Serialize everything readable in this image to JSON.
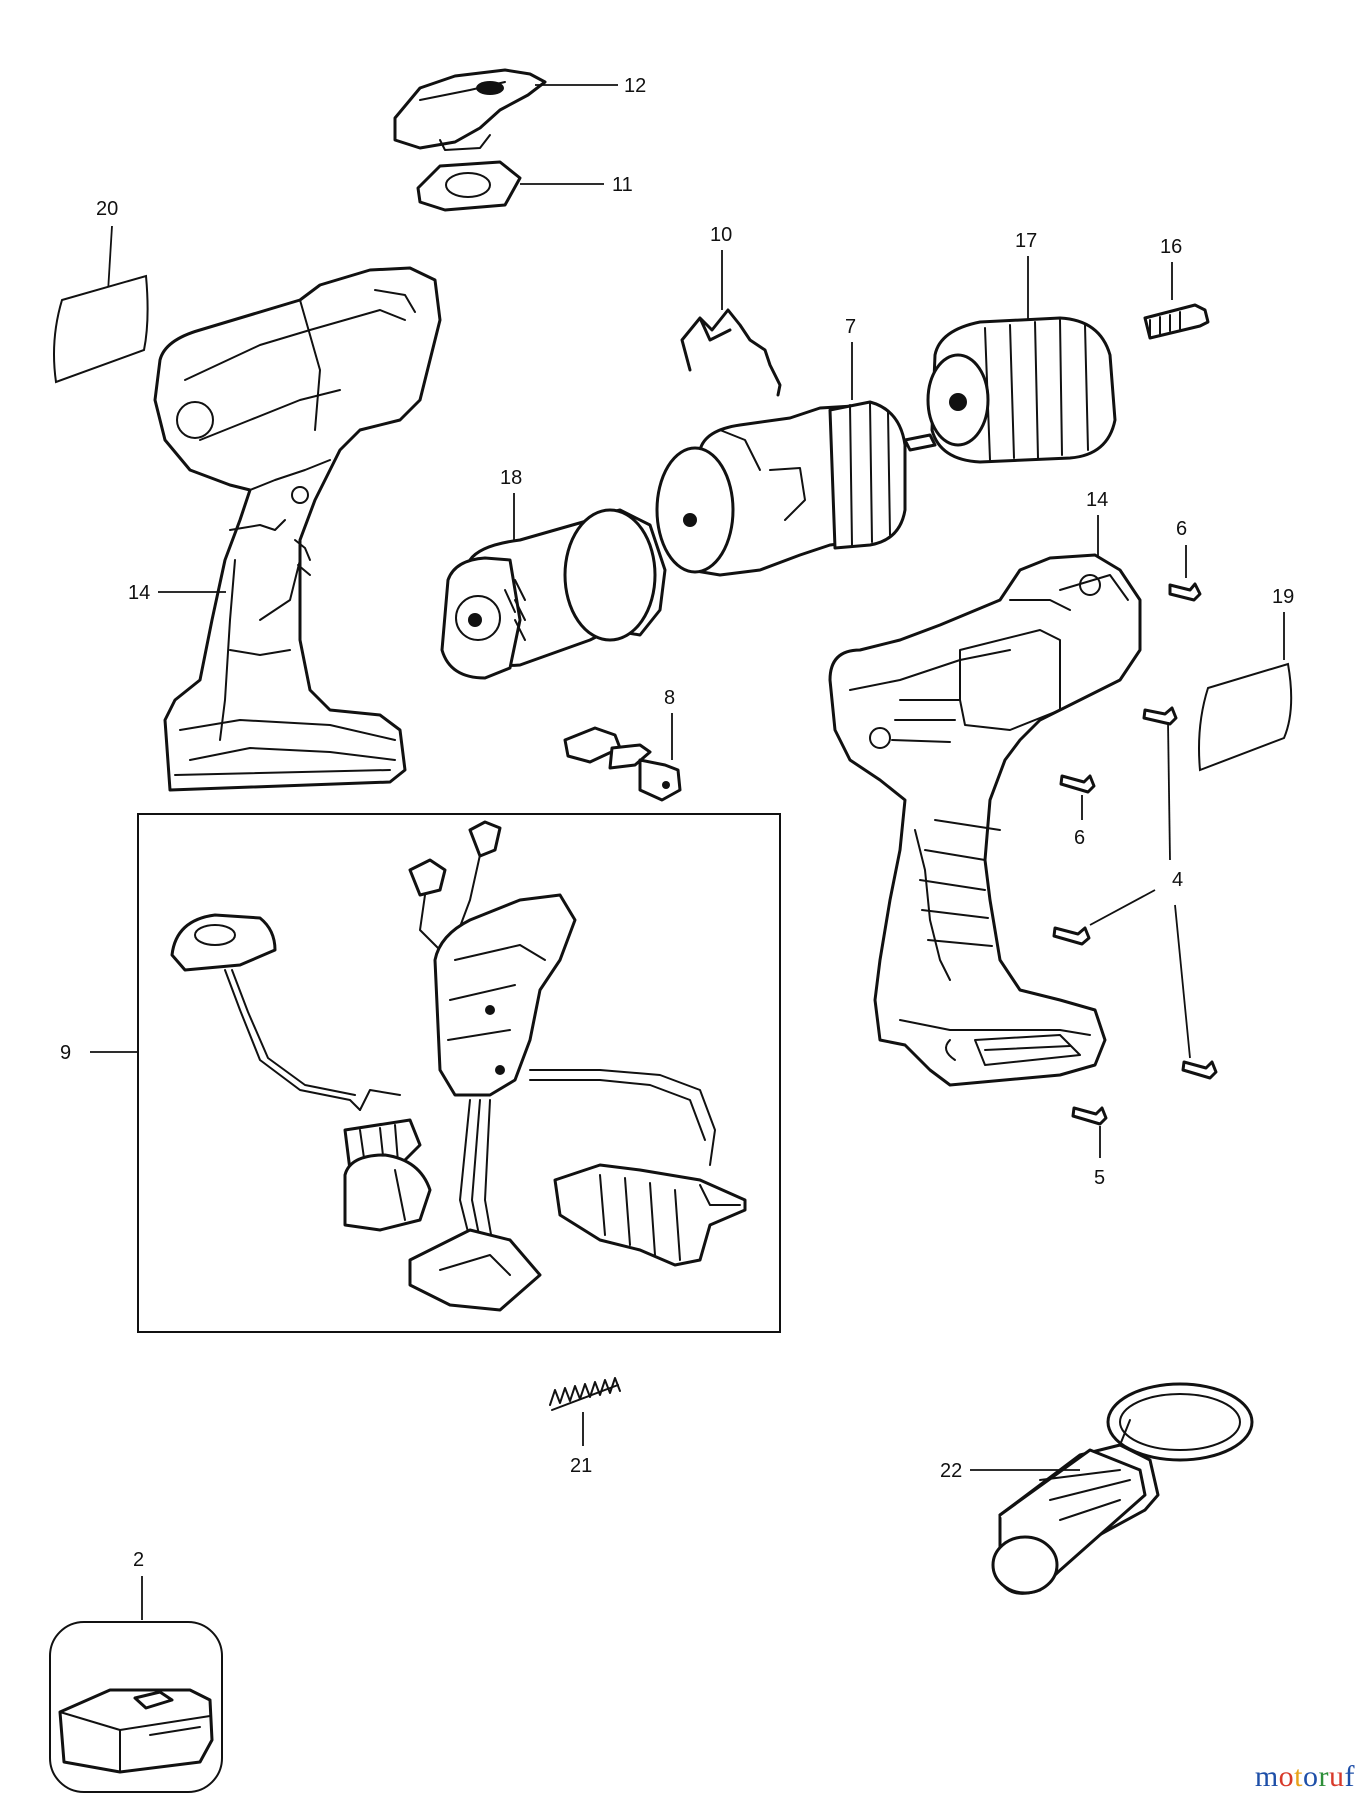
{
  "callouts": [
    {
      "id": "12",
      "text": "12"
    },
    {
      "id": "11",
      "text": "11"
    },
    {
      "id": "20",
      "text": "20"
    },
    {
      "id": "10",
      "text": "10"
    },
    {
      "id": "17",
      "text": "17"
    },
    {
      "id": "16",
      "text": "16"
    },
    {
      "id": "7",
      "text": "7"
    },
    {
      "id": "18",
      "text": "18"
    },
    {
      "id": "14a",
      "text": "14"
    },
    {
      "id": "14b",
      "text": "14"
    },
    {
      "id": "6a",
      "text": "6"
    },
    {
      "id": "19",
      "text": "19"
    },
    {
      "id": "8",
      "text": "8"
    },
    {
      "id": "6b",
      "text": "6"
    },
    {
      "id": "4",
      "text": "4"
    },
    {
      "id": "9",
      "text": "9"
    },
    {
      "id": "5",
      "text": "5"
    },
    {
      "id": "21",
      "text": "21"
    },
    {
      "id": "22",
      "text": "22"
    },
    {
      "id": "2",
      "text": "2"
    }
  ],
  "watermark": {
    "text": "motoruf",
    "colors": [
      "#1e4fa8",
      "#d83a2a",
      "#e8a21a",
      "#1e4fa8",
      "#2f8f3a",
      "#d83a2a",
      "#1e4fa8"
    ]
  }
}
